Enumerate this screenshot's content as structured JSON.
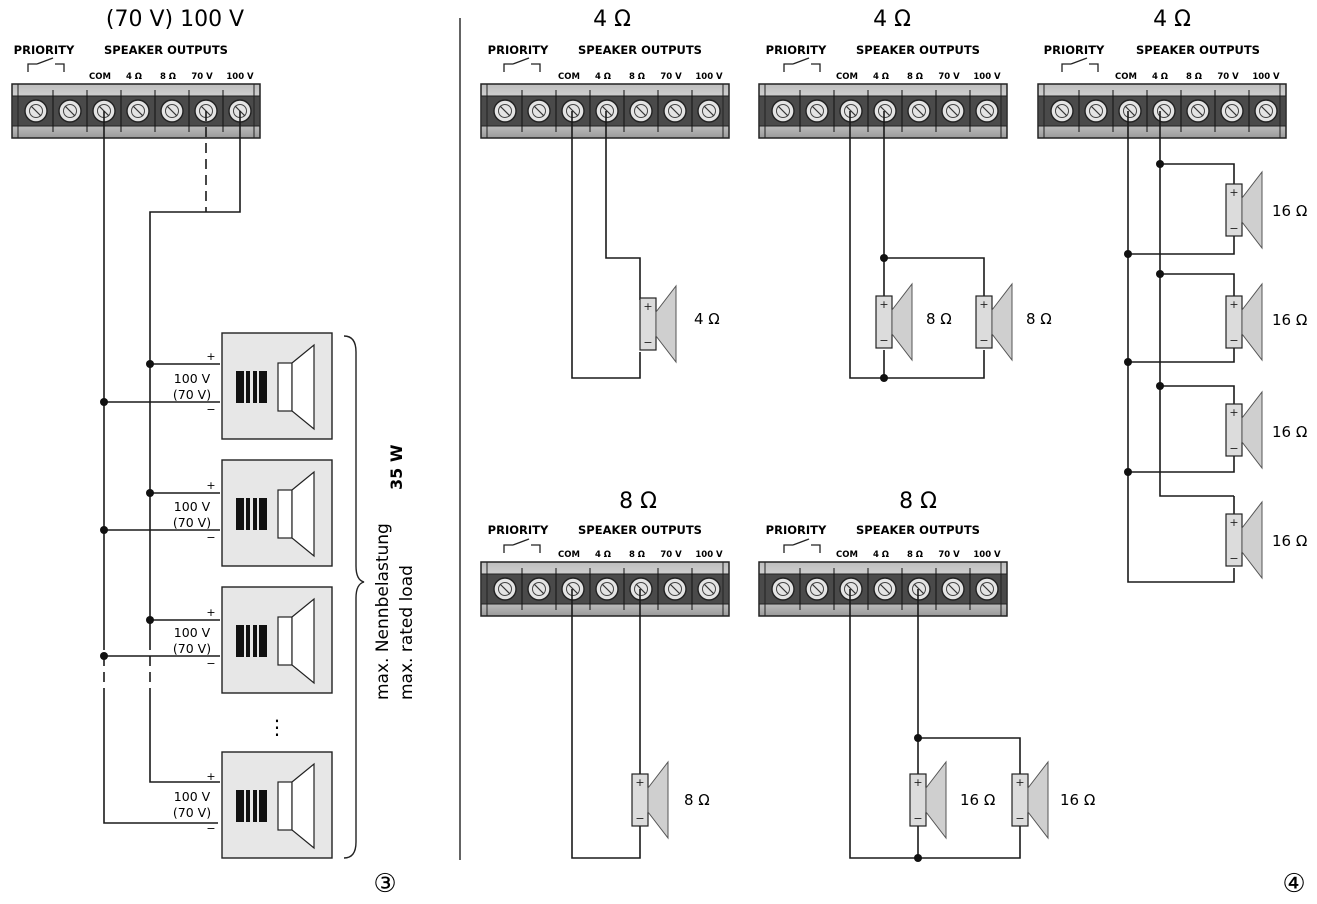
{
  "terminal": {
    "priority": "PRIORITY",
    "outputs": "SPEAKER OUTPUTS",
    "terms": [
      "COM",
      "4 Ω",
      "8 Ω",
      "70 V",
      "100 V"
    ]
  },
  "left": {
    "title": "(70 V) 100 V",
    "tap_100": "100 V",
    "tap_70": "(70 V)",
    "plus": "+",
    "minus": "−",
    "dots": "⋮",
    "rot_line1": "max. Nennbelastung",
    "rot_line2": "max. rated load",
    "watt": "35 W",
    "num": "③"
  },
  "panels": {
    "p1": {
      "title": "4 Ω",
      "spk": "4 Ω"
    },
    "p2": {
      "title": "4 Ω",
      "spk_a": "8 Ω",
      "spk_b": "8 Ω"
    },
    "p3": {
      "title": "4 Ω",
      "spk_a": "16 Ω",
      "spk_b": "16 Ω",
      "spk_c": "16 Ω",
      "spk_d": "16 Ω"
    },
    "p4": {
      "title": "8 Ω",
      "spk": "8 Ω"
    },
    "p5": {
      "title": "8 Ω",
      "spk_a": "16 Ω",
      "spk_b": "16 Ω"
    }
  },
  "right_num": "④"
}
